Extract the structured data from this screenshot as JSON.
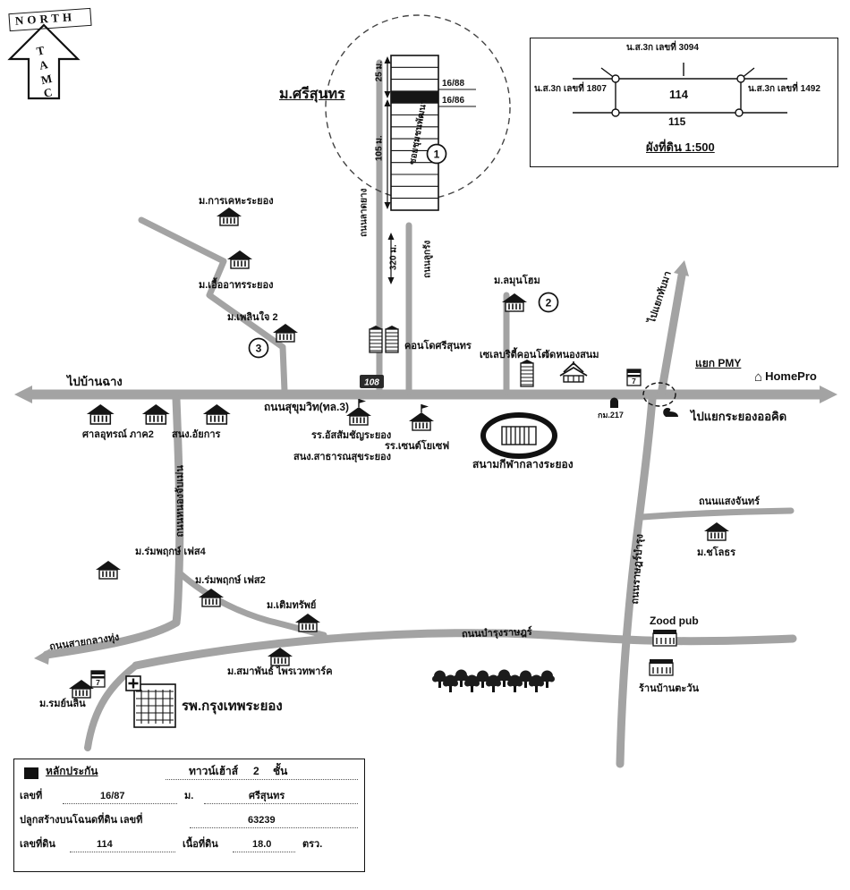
{
  "colors": {
    "road_gray": "#a3a3a3",
    "ink": "#111111"
  },
  "compass": {
    "title": "NORTH",
    "letters": [
      "T",
      "A",
      "M",
      "C"
    ]
  },
  "inset": {
    "estate_label": "ม.ศรีสุนทร",
    "unit_top": "16/88",
    "unit_bottom": "16/86",
    "dim_25": "25 ม.",
    "dim_105": "105 ม.",
    "dim_320": "320 ม.",
    "road_paved": "ถนนลาดยาง",
    "road_gravel": "ถนนลูกรัง",
    "soi_label": "ซอยชุมชนพัฒนา"
  },
  "land_plan": {
    "deed_top": "น.ส.3ก เลขที่ 3094",
    "deed_left": "น.ส.3ก เลขที่ 1807",
    "deed_right": "น.ส.3ก เลขที่ 1492",
    "plot_no": "114",
    "adjacent_no": "115",
    "title": "ผังที่ดิน 1:500"
  },
  "roads": {
    "sukhumvit": "ถนนสุขุมวิท(ทล.3)",
    "to_banchang": "ไปบ้านฉาง",
    "to_rayong_orchid": "ไปแยกระยองออคิด",
    "to_thapma": "ไปแยกทับมา",
    "saengchan": "ถนนแสงจันทร์",
    "ratbamrung": "ถนนราษฎร์บำรุง",
    "bamrungrat": "ถนนบำรุงราษฎร์",
    "saiklangthung": "ถนนสายกลางทุ่ง",
    "nongchapmen": "ถนนหนองจับเม่น",
    "pmy_junction": "แยก PMY",
    "km_marker": "กม.217",
    "bus_sign": "108"
  },
  "markers": {
    "m1": "1",
    "m2": "2",
    "m3": "3",
    "seven": "7"
  },
  "places": {
    "kankheha": "ม.การเคหะระยอง",
    "ueaathon": "ม.เอื้ออาทรระยอง",
    "ploenchai": "ม.เพลินใจ 2",
    "samunhome": "ม.ลมุนโฮม",
    "condo_srisunthon": "คอนโดศรีสุนทร",
    "celebrity_condo": "เซเลบริตี้คอนโด",
    "wat_nongsanom": "วัดหนองสนม",
    "homepro": "HomePro",
    "court": "ศาลอุทรณ์ ภาค2",
    "attorney": "สนง.อัยการ",
    "assumption": "รร.อัสสัมชัญระยอง",
    "stjoseph": "รร.เซนต์โยเซฟ",
    "health_office": "สนง.สาธารณสุขระยอง",
    "stadium": "สนามกีฬากลางระยอง",
    "chalothon": "ม.ชโลธร",
    "romphruek4": "ม.ร่มพฤกษ์ เฟส4",
    "romphruek2": "ม.ร่มพฤกษ์ เฟส2",
    "toemsap": "ม.เติมทรัพย์",
    "samaphan": "ม.สมาพันธ์ ไพรเวทพาร์ค",
    "bangkok_hospital": "รพ.กรุงเทพระยอง",
    "romnalin": "ม.รมย์นลิน",
    "zood_pub": "Zood pub",
    "baan_tawan": "ร้านบ้านตะวัน"
  },
  "footer": {
    "collateral_label": "หลักประกัน",
    "type": "ทาวน์เฮ้าส์",
    "storeys": "2",
    "storeys_unit": "ชั้น",
    "no_label": "เลขที่",
    "no_value": "16/87",
    "moo_label": "ม.",
    "moo_value": "ศรีสุนทร",
    "deed_label": "ปลูกสร้างบนโฉนดที่ดิน เลขที่",
    "deed_value": "63239",
    "plot_label": "เลขที่ดิน",
    "plot_value": "114",
    "area_label": "เนื้อที่ดิน",
    "area_value": "18.0",
    "area_unit": "ตรว."
  }
}
